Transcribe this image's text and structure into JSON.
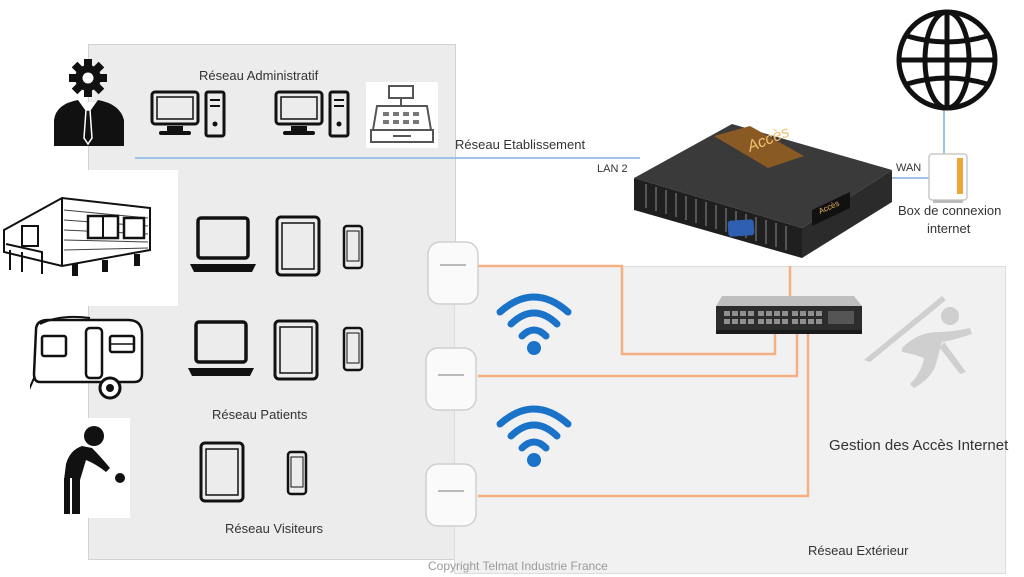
{
  "labels": {
    "admin_network": "Réseau Administratif",
    "establishment_network": "Réseau Etablissement",
    "lan2": "LAN 2",
    "wan": "WAN",
    "box_line1": "Box de connexion",
    "box_line2": "internet",
    "patients_network": "Réseau Patients",
    "visitors_network": "Réseau Visiteurs",
    "internet_management": "Gestion des Accès Internet",
    "external_network": "Réseau Extérieur",
    "copyright": "Copyright Telmat Industrie France"
  },
  "device_brand": "Accès",
  "colors": {
    "ethernet_line": "#f4b083",
    "establishment_line": "#9dc3e6",
    "wan_line": "#9dc3e6",
    "wifi_blue": "#1a73c8",
    "panel_left": "#ececec",
    "panel_right": "#f1f1f1"
  },
  "icons": {
    "admin_user": "admin-user-gear-icon",
    "globe": "globe-icon",
    "mobile_home": "mobile-home-icon",
    "caravan": "caravan-icon",
    "petanque_player": "petanque-player-icon",
    "wifi": "wifi-icon",
    "access_point": "access-point-icon",
    "switch": "network-switch-icon",
    "router": "acces-router-icon",
    "box": "internet-box-icon",
    "cash_register": "cash-register-icon",
    "desktop": "desktop-computer-icon",
    "laptop": "laptop-icon",
    "tablet": "tablet-icon",
    "phone": "phone-icon",
    "logo": "telmat-runner-logo-icon"
  }
}
